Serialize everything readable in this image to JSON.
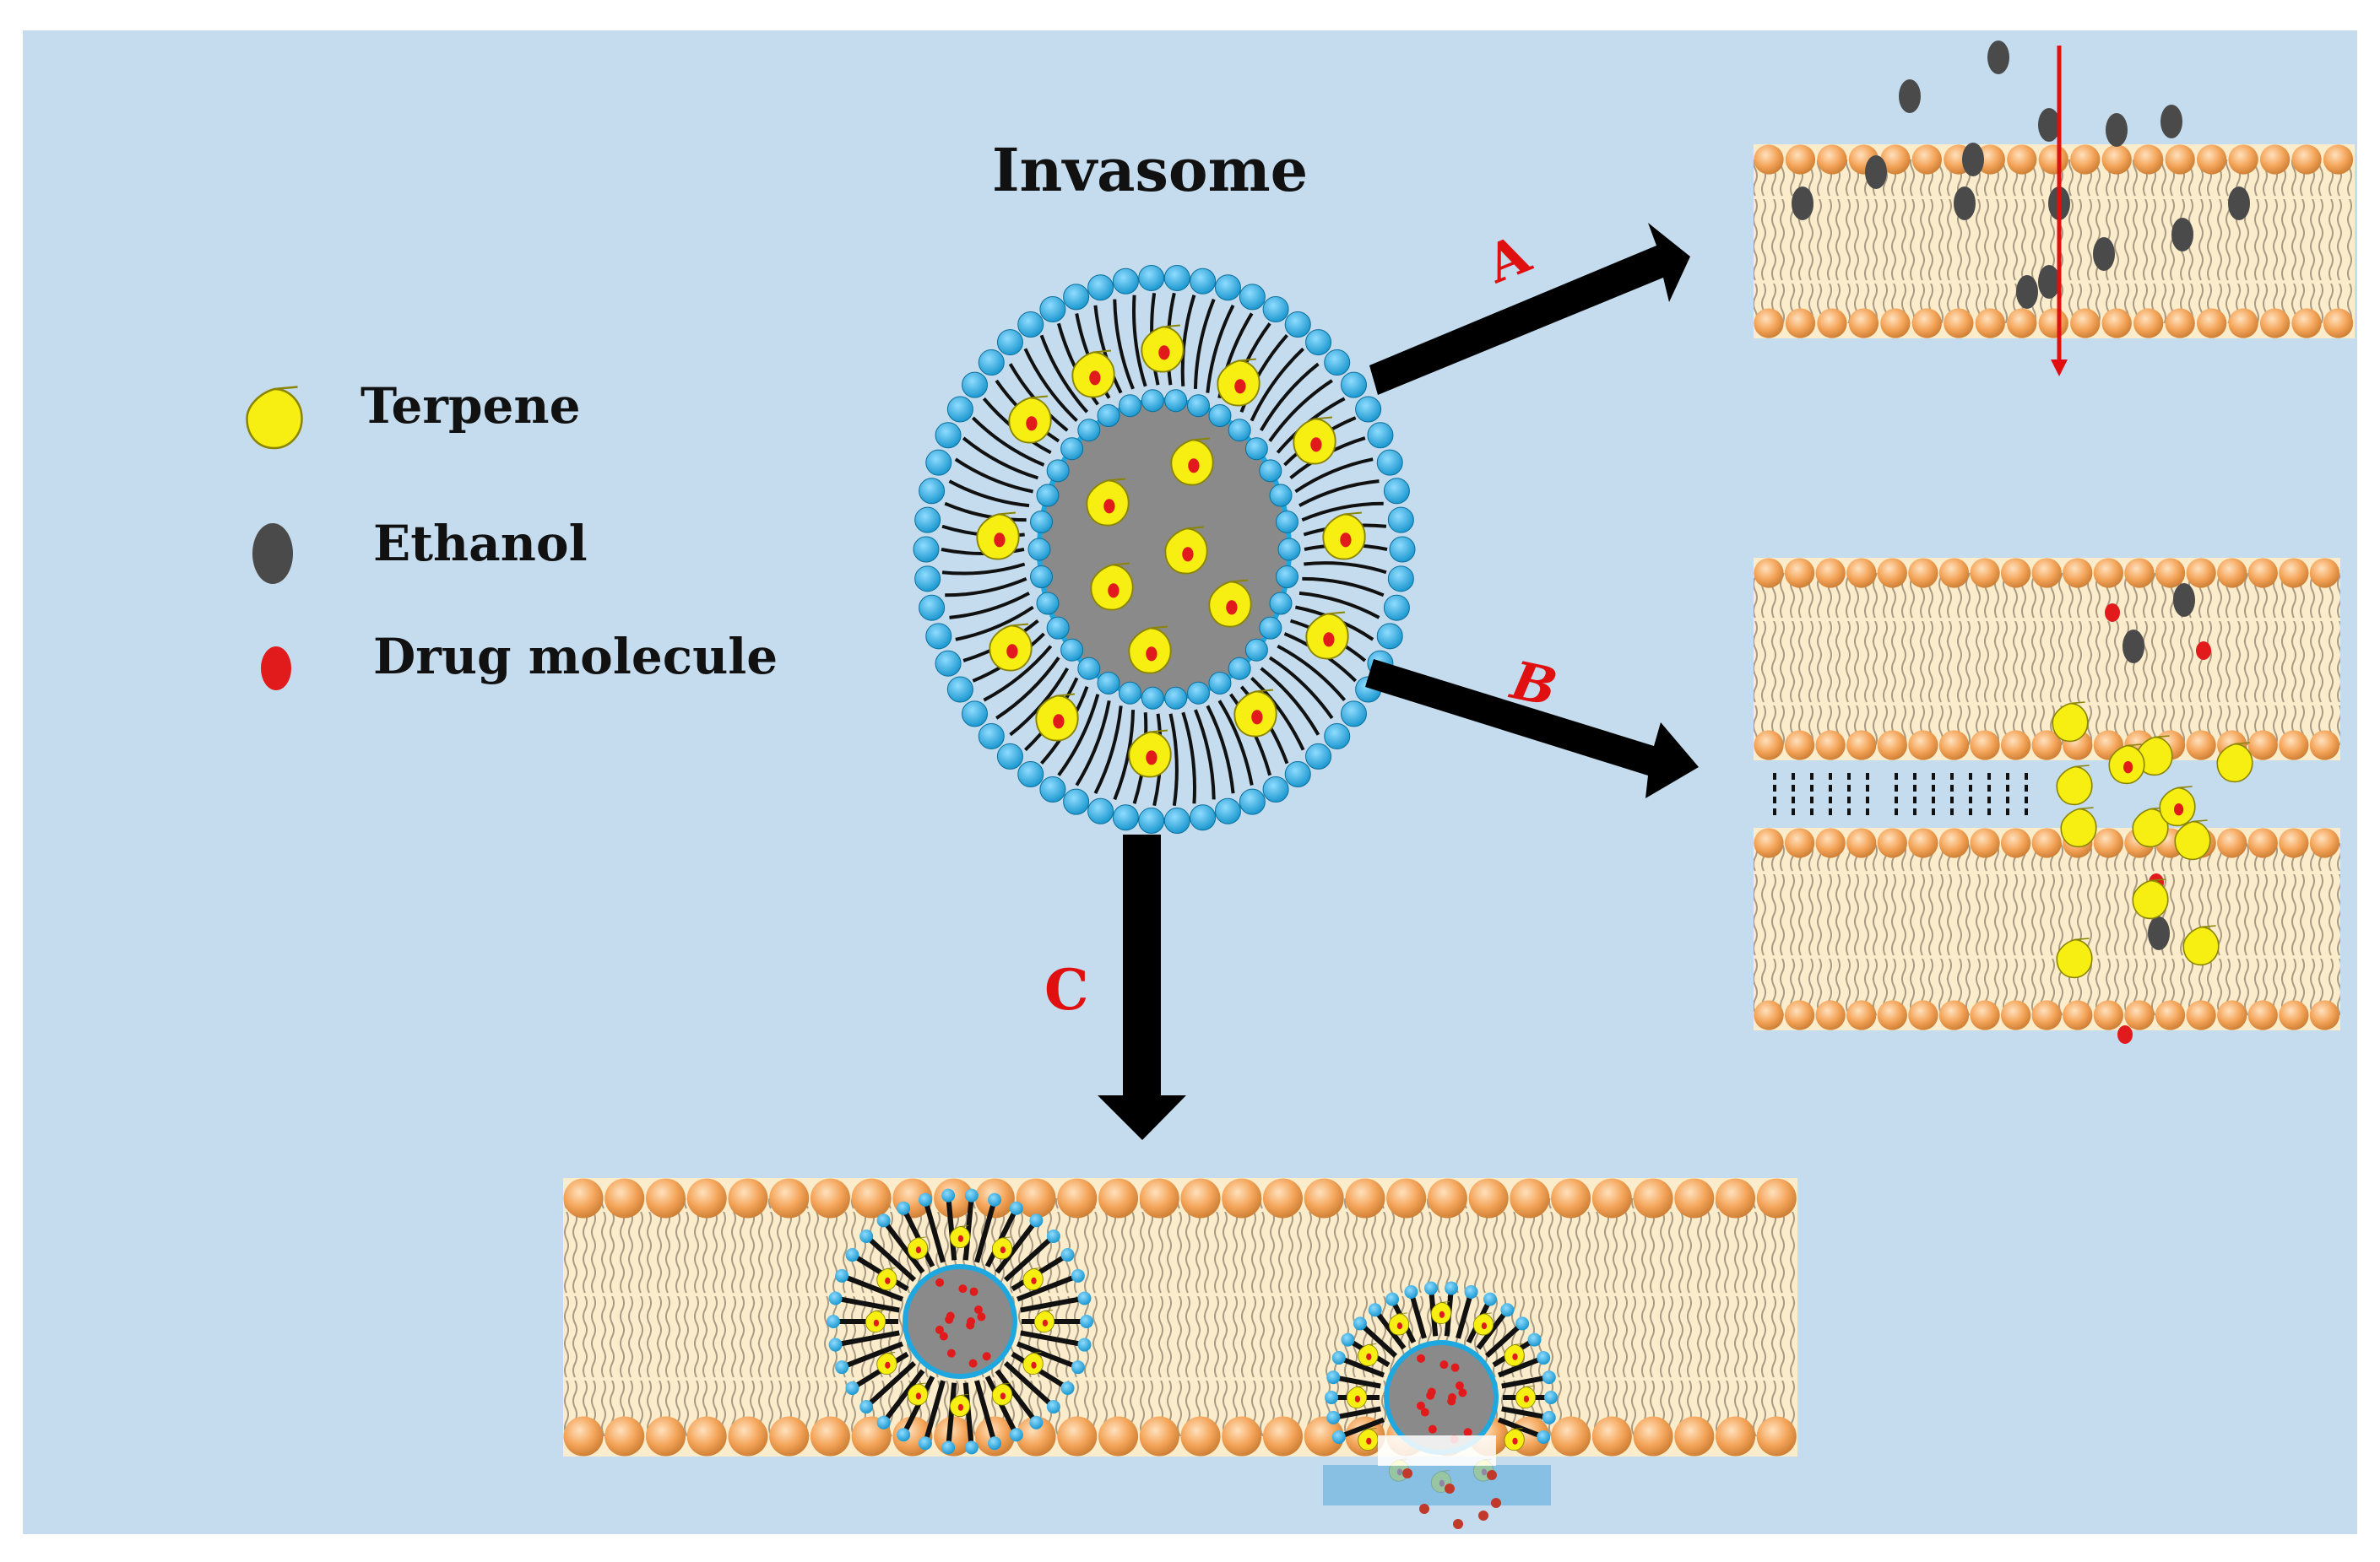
{
  "title": "Invasome",
  "legend": [
    {
      "label": "Terpene",
      "icon": "terpene-drop-icon",
      "color": "#f7ef12"
    },
    {
      "label": "Ethanol",
      "icon": "ethanol-oval-icon",
      "color": "#4a4a4a"
    },
    {
      "label": "Drug molecule",
      "icon": "drug-dot-icon",
      "color": "#e11b1b"
    }
  ],
  "pathways": [
    {
      "label": "A"
    },
    {
      "label": "B"
    },
    {
      "label": "C"
    }
  ],
  "colors": {
    "background": "#c4dced",
    "headgroup": "#f4a55a",
    "membrane_core": "#fbedcb",
    "vesicle_shell": "#1ea8df",
    "vesicle_core": "#8a8a8a",
    "terpene": "#f7ef12",
    "ethanol": "#4a4a4a",
    "drug": "#e11b1b",
    "arrow": "#000000",
    "label": "#e01010",
    "penetration_arrow": "#e01010"
  }
}
